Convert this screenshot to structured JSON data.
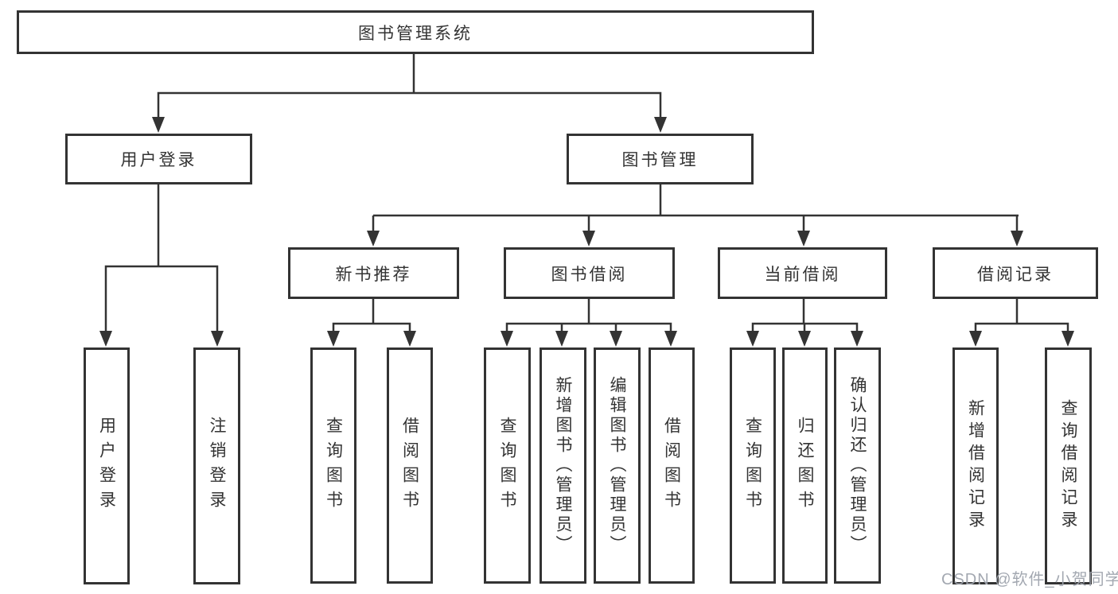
{
  "diagram": {
    "watermark": "CSDN @软件_小贺同学",
    "colors": {
      "line": "#333333",
      "box_border": "#333333",
      "box_background": "#ffffff",
      "text": "#333333",
      "watermark_text": "#9ea3ad"
    },
    "tree": {
      "root": {
        "label": "图书管理系统",
        "children": [
          {
            "label": "用户登录",
            "children": [
              {
                "label": "用户登录"
              },
              {
                "label": "注销登录"
              }
            ]
          },
          {
            "label": "图书管理",
            "children": [
              {
                "label": "新书推荐",
                "children": [
                  {
                    "label": "查询图书"
                  },
                  {
                    "label": "借阅图书"
                  }
                ]
              },
              {
                "label": "图书借阅",
                "children": [
                  {
                    "label": "查询图书"
                  },
                  {
                    "label": "新增图书（管理员）"
                  },
                  {
                    "label": "编辑图书（管理员）"
                  },
                  {
                    "label": "借阅图书"
                  }
                ]
              },
              {
                "label": "当前借阅",
                "children": [
                  {
                    "label": "查询图书"
                  },
                  {
                    "label": "归还图书"
                  },
                  {
                    "label": "确认归还（管理员）"
                  }
                ]
              },
              {
                "label": "借阅记录",
                "children": [
                  {
                    "label": "新增借阅记录"
                  },
                  {
                    "label": "查询借阅记录"
                  }
                ]
              }
            ]
          }
        ]
      }
    }
  }
}
